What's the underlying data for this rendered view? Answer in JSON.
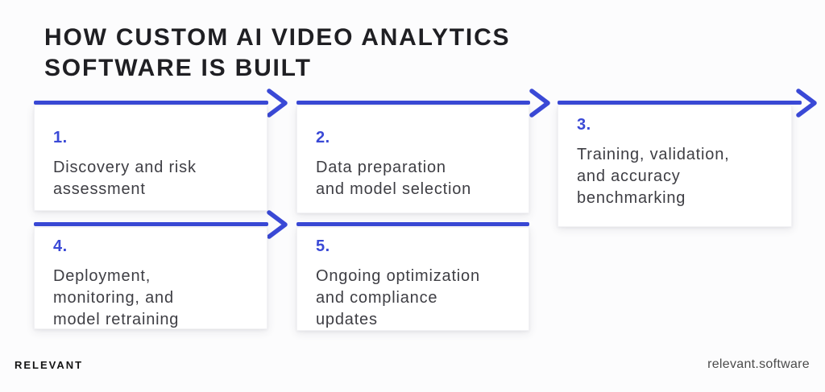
{
  "title": "HOW CUSTOM AI VIDEO ANALYTICS\nSOFTWARE IS BUILT",
  "steps": [
    {
      "number": "1.",
      "lines": [
        "Discovery and risk",
        "assessment"
      ]
    },
    {
      "number": "2.",
      "lines": [
        "Data preparation",
        "and model selection"
      ]
    },
    {
      "number": "3.",
      "lines": [
        "Training, validation,",
        "and accuracy",
        "benchmarking"
      ]
    },
    {
      "number": "4.",
      "lines": [
        "Deployment,",
        "monitoring, and",
        "model retraining"
      ]
    },
    {
      "number": "5.",
      "lines": [
        "Ongoing optimization",
        "and compliance",
        "updates"
      ]
    }
  ],
  "footer": {
    "brand": "RELEVANT",
    "website": "relevant.software"
  },
  "colors": {
    "accent_blue": "#3a49d6",
    "title_text": "#1f1f23",
    "body_text": "#3e3e44",
    "card_background": "#ffffff",
    "page_background": "#fcfcfd"
  }
}
